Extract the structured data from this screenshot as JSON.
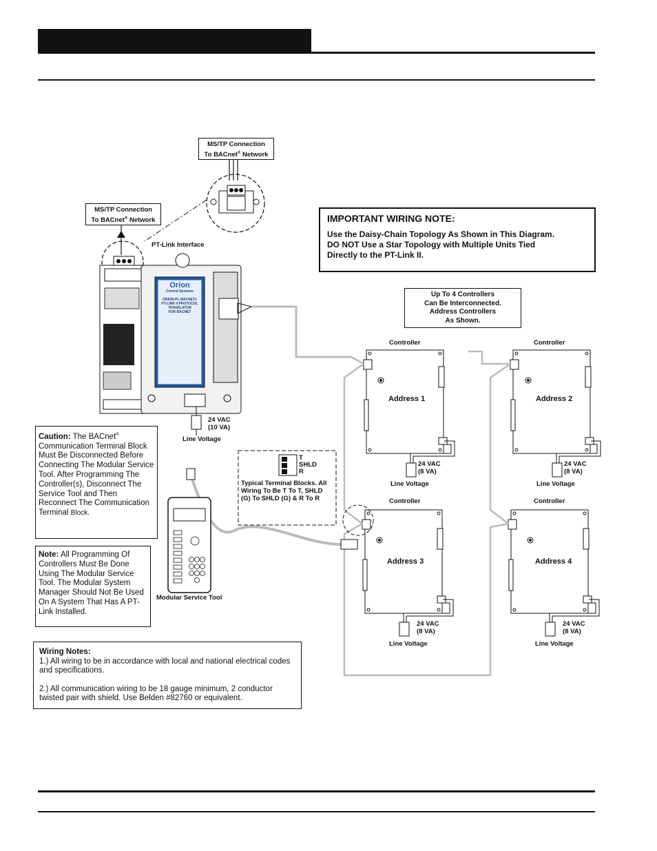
{
  "header": {
    "title": ""
  },
  "mstp_top": {
    "line1": "MS/TP Connection",
    "line2_prefix": "To BACnet",
    "sup": "®",
    "line2_suffix": " Network"
  },
  "mstp_left": {
    "line1": "MS/TP Connection",
    "line2_prefix": "To BACnet",
    "sup": "®",
    "line2_suffix": " Network"
  },
  "ptlink": {
    "label": "PT-Link Interface",
    "brand": "Orion",
    "brand_sub": "Control Systems",
    "lines": [
      "ORION-PL-BACNET1",
      "PT-LINK II PROTOCOL",
      "TRANSLATOR",
      "FOR BACNET"
    ],
    "power_label": "24 VAC",
    "power_va": "(10 VA)",
    "line_voltage": "Line Voltage"
  },
  "important_note": {
    "title": "IMPORTANT WIRING NOTE:",
    "line1": "Use the Daisy-Chain Topology As Shown in This Diagram.",
    "line2": "DO NOT Use a Star Topology with Multiple Units Tied",
    "line3": "Directly to the PT-Link II."
  },
  "up_to_box": {
    "lines": [
      "Up To 4 Controllers",
      "Can Be Interconnected.",
      "Address Controllers",
      "As Shown."
    ]
  },
  "controllers": [
    {
      "title": "Controller",
      "address": "Address 1",
      "power": "24 VAC",
      "va": "(8 VA)",
      "line_voltage": "Line Voltage"
    },
    {
      "title": "Controller",
      "address": "Address 2",
      "power": "24 VAC",
      "va": "(8 VA)",
      "line_voltage": "Line Voltage"
    },
    {
      "title": "Controller",
      "address": "Address 3",
      "power": "24 VAC",
      "va": "(8 VA)",
      "line_voltage": "Line Voltage"
    },
    {
      "title": "Controller",
      "address": "Address 4",
      "power": "24 VAC",
      "va": "(8 VA)",
      "line_voltage": "Line Voltage"
    }
  ],
  "terminal_block": {
    "t": "T",
    "shld": "SHLD",
    "r": "R",
    "desc1": "Typical Terminal Blocks. All",
    "desc2": "Wiring To Be T To T, SHLD",
    "desc3": "(G) To SHLD (G) & R To R"
  },
  "caution": {
    "bold": "Caution:",
    "text_a": " The BACnet",
    "sup": "®",
    "text_b": "Communication Terminal Block Must Be Disconnected Before Connecting The Modular Service Tool. After Programming The Controller(s), Disconnect The Service Tool and Then Reconnect The Communication Terminal",
    "text_c": "Block."
  },
  "note": {
    "bold": "Note:",
    "text": " All Programming Of Controllers Must Be Done Using The Modular Service Tool. The Modular System Manager Should Not Be Used On A System That Has A PT-Link Installed."
  },
  "service_tool": {
    "label": "Modular Service Tool"
  },
  "wiring_notes": {
    "title": "Wiring Notes:",
    "item1": "1.) All wiring to be in accordance with local and national electrical codes and specifications.",
    "item2": "2.) All communication wiring to be 18 gauge minimum, 2 conductor twisted pair with shield. Use Belden #82760 or equivalent."
  },
  "footer": {
    "text": ""
  }
}
